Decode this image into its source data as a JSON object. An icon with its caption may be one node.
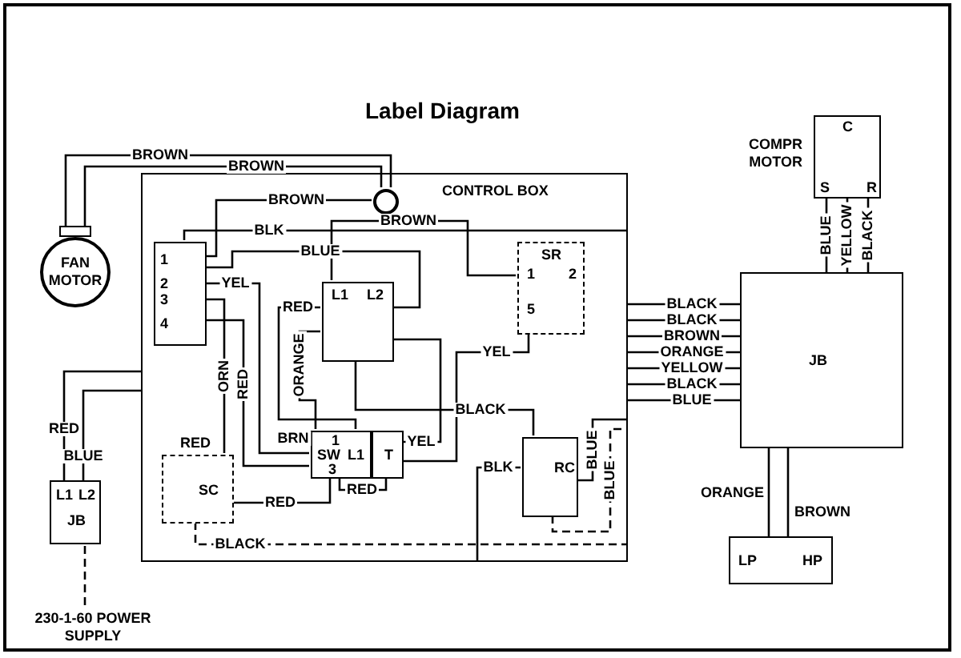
{
  "diagram": {
    "title": "Label Diagram",
    "nodes": [
      {
        "text": [
          "CONTROL BOX"
        ]
      },
      {
        "text": [
          "FAN MOTOR"
        ]
      },
      {
        "text": [
          "1",
          "2",
          "3",
          "4"
        ],
        "in": 0
      },
      {
        "text": [],
        "shape": "circle",
        "in": 0
      },
      {
        "text": [
          "L1",
          "L2"
        ],
        "in": 0
      },
      {
        "text": [
          "SR",
          "1",
          "2",
          "5"
        ],
        "in": 0
      },
      {
        "text": [
          "1",
          "SW",
          "L1",
          "3"
        ],
        "in": 0
      },
      {
        "text": [
          "T"
        ],
        "in": 0
      },
      {
        "text": [
          "SC"
        ],
        "in": 0
      },
      {
        "text": [
          "RC"
        ],
        "in": 0
      },
      {
        "text": [
          "L1",
          "L2",
          "JB"
        ]
      },
      {
        "text": [
          "JB"
        ]
      },
      {
        "text": [
          "C",
          "S",
          "R"
        ],
        "beside": [
          "COMPR MOTOR"
        ]
      },
      {
        "text": [
          "LP",
          "HP"
        ]
      },
      {
        "text": [
          "230-1-60 POWER SUPPLY"
        ]
      }
    ],
    "edges": [
      {
        "from": 1,
        "to": 3,
        "arrow": "none",
        "label": "BROWN"
      },
      {
        "from": 1,
        "to": 3,
        "arrow": "none",
        "label": "BROWN"
      },
      {
        "from": 3,
        "to": 2,
        "arrow": "none",
        "label": "BROWN"
      },
      {
        "from": 4,
        "to": 5,
        "arrow": "none",
        "label": "BROWN"
      },
      {
        "from": 2,
        "to": 0,
        "arrow": "none",
        "label": "BLK"
      },
      {
        "from": 2,
        "to": 4,
        "arrow": "none",
        "label": "BLUE"
      },
      {
        "from": 2,
        "to": 6,
        "arrow": "none",
        "label": "YEL"
      },
      {
        "from": 2,
        "to": 8,
        "arrow": "none",
        "label": "ORN"
      },
      {
        "from": 2,
        "to": 6,
        "arrow": "none",
        "label": "RED"
      },
      {
        "from": 4,
        "to": 6,
        "arrow": "none",
        "label": "RED"
      },
      {
        "from": 4,
        "to": 6,
        "arrow": "none",
        "label": "ORANGE"
      },
      {
        "from": 4,
        "to": 9,
        "arrow": "none",
        "label": "BLACK"
      },
      {
        "from": 7,
        "to": 4,
        "arrow": "none",
        "label": "YEL"
      },
      {
        "from": 5,
        "to": 7,
        "arrow": "none",
        "label": "YEL"
      },
      {
        "from": 6,
        "to": 7,
        "arrow": "none",
        "label": "RED"
      },
      {
        "from": 8,
        "to": 6,
        "arrow": "none",
        "label": "RED"
      },
      {
        "from": 8,
        "to": 0,
        "arrow": "none",
        "label": "BLACK",
        "style": "dashed"
      },
      {
        "from": 10,
        "to": 0,
        "arrow": "none",
        "label": "RED"
      },
      {
        "from": 10,
        "to": 0,
        "arrow": "none",
        "label": "BLUE"
      },
      {
        "from": 14,
        "to": 10,
        "arrow": "none",
        "style": "dashed"
      },
      {
        "from": 9,
        "to": 0,
        "arrow": "none",
        "label": "BLK"
      },
      {
        "from": 9,
        "to": 0,
        "arrow": "none",
        "label": "BLUE"
      },
      {
        "from": 9,
        "to": 0,
        "arrow": "none",
        "label": "BLUE",
        "style": "dashed"
      },
      {
        "from": 0,
        "to": 11,
        "arrow": "none",
        "label": "BLACK"
      },
      {
        "from": 0,
        "to": 11,
        "arrow": "none",
        "label": "BLACK"
      },
      {
        "from": 0,
        "to": 11,
        "arrow": "none",
        "label": "BROWN"
      },
      {
        "from": 0,
        "to": 11,
        "arrow": "none",
        "label": "ORANGE"
      },
      {
        "from": 0,
        "to": 11,
        "arrow": "none",
        "label": "YELLOW"
      },
      {
        "from": 0,
        "to": 11,
        "arrow": "none",
        "label": "BLACK"
      },
      {
        "from": 0,
        "to": 11,
        "arrow": "none",
        "label": "BLUE"
      },
      {
        "from": 12,
        "to": 11,
        "arrow": "none",
        "label": "BLUE"
      },
      {
        "from": 12,
        "to": 11,
        "arrow": "none",
        "label": "YELLOW"
      },
      {
        "from": 12,
        "to": 11,
        "arrow": "none",
        "label": "BLACK"
      },
      {
        "from": 11,
        "to": 13,
        "arrow": "none",
        "label": "ORANGE"
      },
      {
        "from": 11,
        "to": 13,
        "arrow": "none",
        "label": "BROWN"
      }
    ],
    "labels": [
      "BRN",
      "RED"
    ]
  }
}
